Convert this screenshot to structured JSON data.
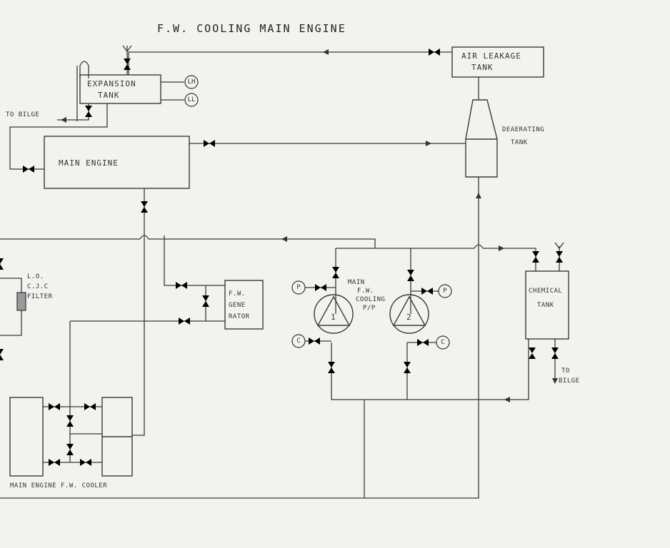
{
  "title": "F.W. COOLING  MAIN ENGINE",
  "components": {
    "expansion_tank": [
      "EXPANSION",
      "TANK"
    ],
    "air_leakage_tank": [
      "AIR LEAKAGE",
      "TANK"
    ],
    "deaerating_tank": [
      "DEAERATING",
      "TANK"
    ],
    "main_engine": "MAIN   ENGINE",
    "fw_generator": [
      "F.W.",
      "GENE",
      "RATOR"
    ],
    "lo_cjc_filter": [
      "L.O.",
      "C.J.C",
      "FILTER"
    ],
    "chemical_tank": [
      "CHEMICAL",
      "TANK"
    ],
    "main_fw_cooling_pump": [
      "MAIN",
      "F.W.",
      "COOLING",
      "P/P"
    ],
    "pump_1": "1",
    "pump_2": "2",
    "main_engine_fw_cooler": "MAIN  ENGINE  F.W. COOLER",
    "to_bilge_left": "TO BILGE",
    "to_bilge_right": [
      "TO",
      "BILGE"
    ]
  },
  "gauges": {
    "level_high": "LH",
    "level_low": "LL",
    "pressure": "P",
    "compound": "C"
  },
  "colors": {
    "ink": "#3a3a3a",
    "paper": "#f2f2ef"
  }
}
